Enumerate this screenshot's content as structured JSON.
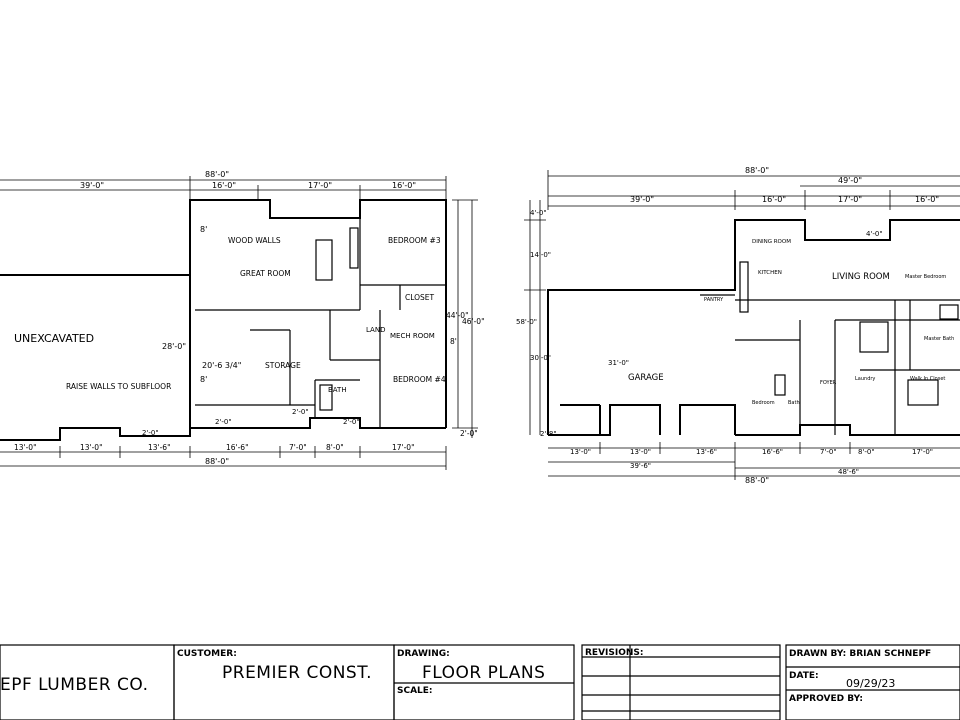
{
  "basement": {
    "overall_top": "88'-0\"",
    "top_segments": [
      "39'-0\"",
      "16'-0\"",
      "17'-0\"",
      "16'-0\""
    ],
    "overall_bottom": "88'-0\"",
    "bottom_segments": [
      "13'-0\"",
      "13'-0\"",
      "13'-6\"",
      "16'-6\"",
      "7'-0\"",
      "8'-0\"",
      "17'-0\""
    ],
    "right_dims": [
      "44'-0\"",
      "46'-0\"",
      "8'",
      "2'-0\""
    ],
    "left_dims": [
      "28'-0\"",
      "8'",
      "8'"
    ],
    "rooms": {
      "unexcavated": "UNEXCAVATED",
      "raise_walls": "RAISE WALLS TO SUBFLOOR",
      "wood_walls": "WOOD WALLS",
      "great_room": "GREAT ROOM",
      "bedroom3": "BEDROOM #3",
      "closet": "CLOSET",
      "land": "LAND",
      "mech_room": "MECH ROOM",
      "storage": "STORAGE",
      "bath": "BATH",
      "bedroom4": "BEDROOM #4"
    },
    "notes": [
      "20'-6 3/4\"",
      "2'-0\"",
      "2'-0\"",
      "2'-0\"",
      "2'-0\""
    ]
  },
  "main_floor": {
    "overall_top": "88'-0\"",
    "top_segments": [
      "39'-0\"",
      "16'-0\"",
      "17'-0\"",
      "16'-0\""
    ],
    "upper_dim": "49'-0\"",
    "upper_segments": [
      "17'-0\"",
      "4'-0\""
    ],
    "overall_bottom": "88'-0\"",
    "bottom_segments": [
      "13'-0\"",
      "13'-0\"",
      "13'-6\"",
      "16'-6\"",
      "7'-0\"",
      "8'-0\"",
      "17'-0\""
    ],
    "bottom_sub": [
      "39'-6\"",
      "48'-6\""
    ],
    "left_dims": [
      "4'-0\"",
      "14'-0\"",
      "58'-0\"",
      "30'-0\"",
      "2'-8\""
    ],
    "garage_width": "31'-0\"",
    "rooms": {
      "dining_room": "DINING ROOM",
      "kitchen": "KITCHEN",
      "living_room": "LIVING ROOM",
      "master_bedroom": "Master Bedroom",
      "pantry": "PANTRY",
      "garage": "GARAGE",
      "bedroom": "Bedroom",
      "bath": "Bath",
      "foyer": "FOYER",
      "laundry": "Laundry",
      "master_bath": "Master Bath",
      "walk_in_closet": "Walk In Closet"
    }
  },
  "title_block": {
    "company": "EPF LUMBER CO.",
    "customer_label": "CUSTOMER:",
    "customer_value": "PREMIER CONST.",
    "drawing_label": "DRAWING:",
    "drawing_value": "FLOOR PLANS",
    "scale_label": "SCALE:",
    "revisions_label": "REVISIONS:",
    "drawn_by": "DRAWN BY: BRIAN SCHNEPF",
    "date_label": "DATE:",
    "date_value": "09/29/23",
    "approved_label": "APPROVED BY:"
  }
}
